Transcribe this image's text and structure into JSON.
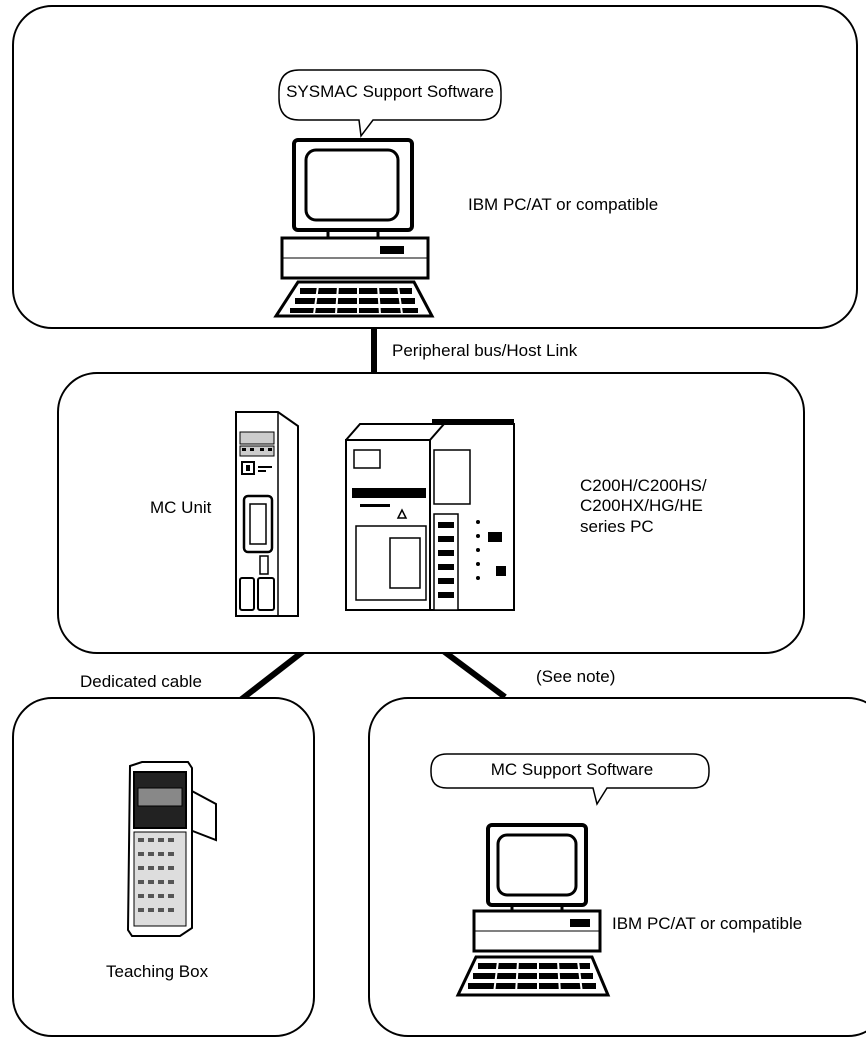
{
  "top_panel": {
    "bubble_text": "SYSMAC Support Software",
    "computer_label": "IBM PC/AT or compatible"
  },
  "top_connection_label": "Peripheral bus/Host Link",
  "middle_panel": {
    "mc_unit_label": "MC Unit",
    "pc_label": "C200H/C200HS/\nC200HX/HG/HE\nseries PC"
  },
  "left_connection_label": "Dedicated cable",
  "right_connection_label": "(See note)",
  "bottom_left_panel": {
    "device_label": "Teaching Box"
  },
  "bottom_right_panel": {
    "bubble_text": "MC Support Software",
    "computer_label": "IBM PC/AT or compatible"
  }
}
